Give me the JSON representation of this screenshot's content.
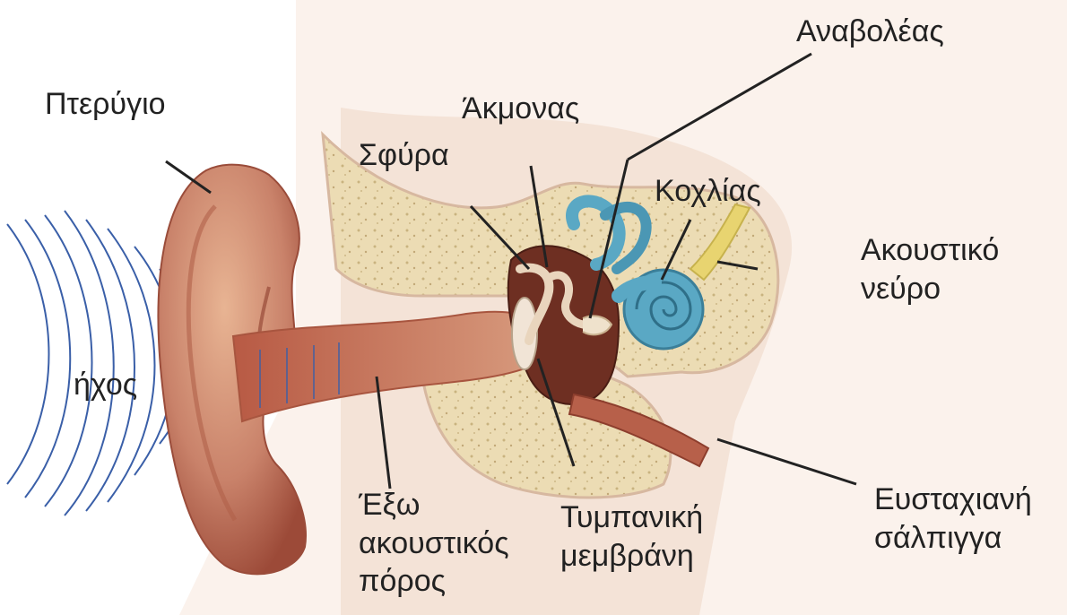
{
  "labels": {
    "pinna": "Πτερύγιο",
    "sound": "ήχος",
    "malleus": "Σφύρα",
    "incus": "Άκμονας",
    "stapes": "Αναβολέας",
    "cochlea": "Κοχλίας",
    "auditory_nerve": [
      "Ακουστικό",
      "νεύρο"
    ],
    "ear_canal": [
      "Έξω",
      "ακουστικός",
      "πόρος"
    ],
    "eardrum": [
      "Τυμπανική",
      "μεμβράνη"
    ],
    "eustachian_tube": [
      "Ευσταχιανή",
      "σάλπιγγα"
    ]
  },
  "colors": {
    "sound_waves": "#3a5fa8",
    "skin": "#d89c7c",
    "skin_dark": "#a8553f",
    "bone": "#ecdcb4",
    "cochlea": "#5aa8c4",
    "nerve": "#e8d470",
    "leader": "#222222"
  }
}
